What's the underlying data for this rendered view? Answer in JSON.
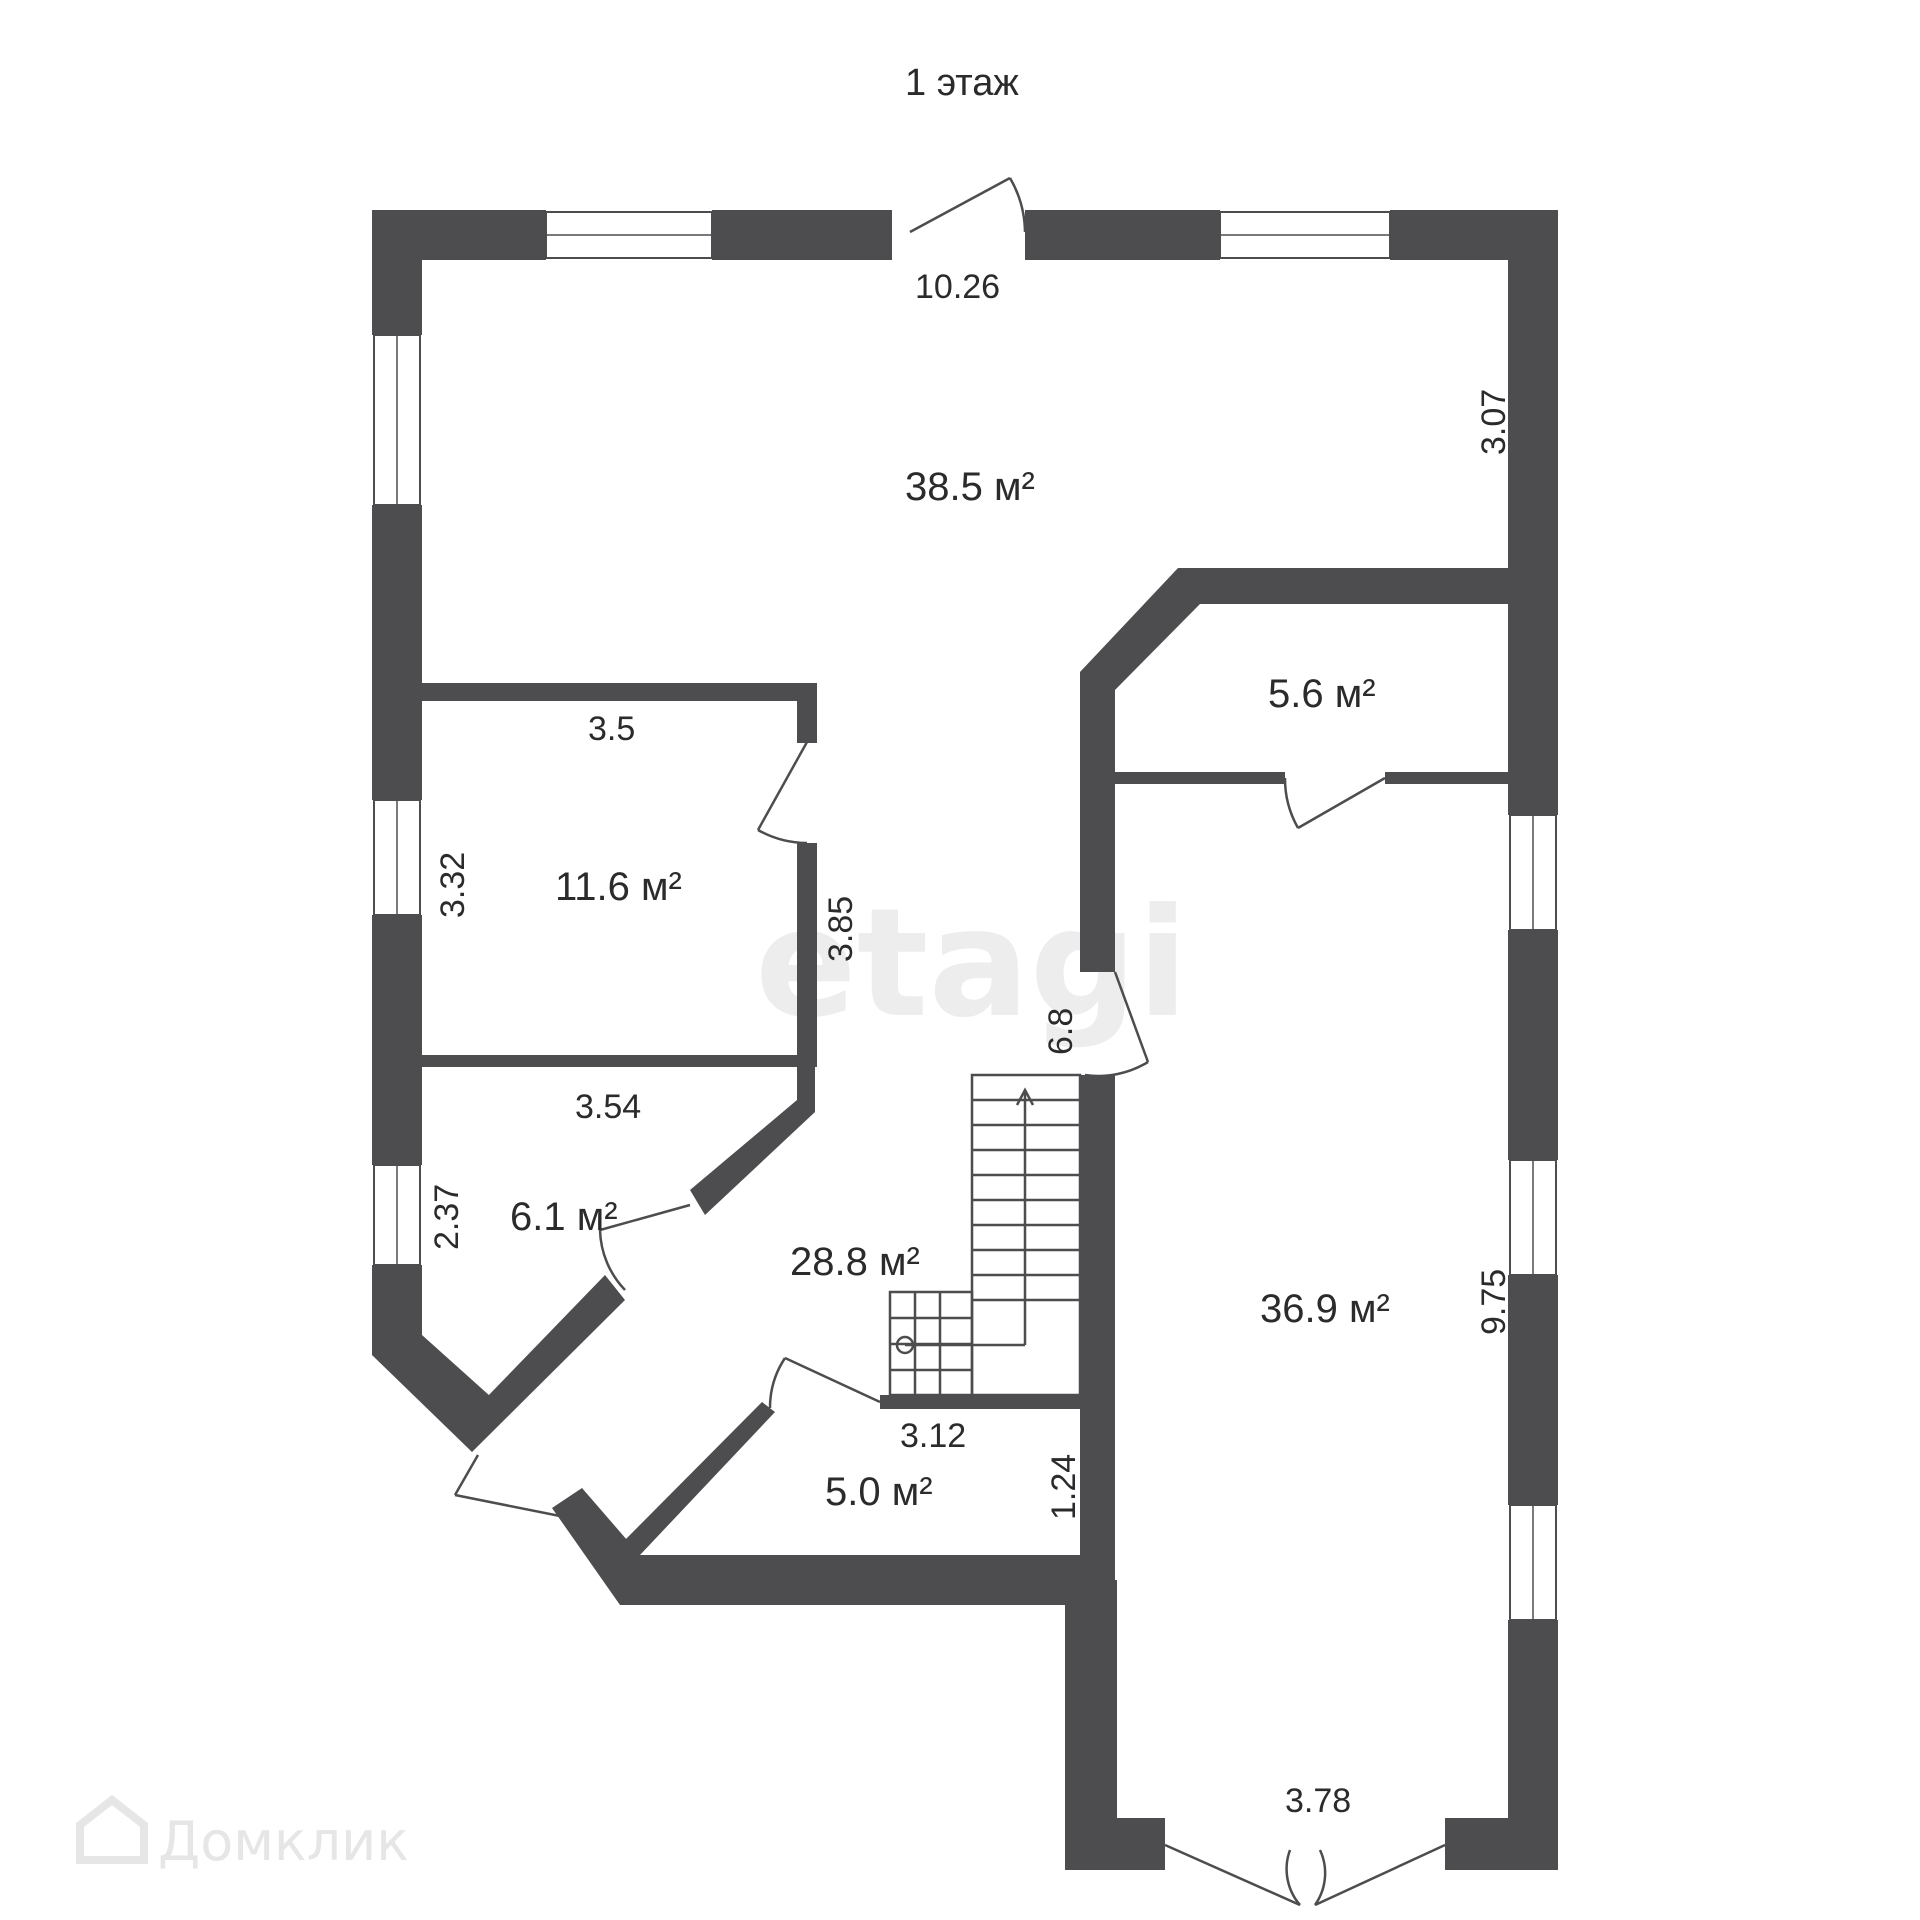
{
  "title": "1 этаж",
  "watermark": "etagi",
  "brand": "Домклик",
  "rooms": [
    {
      "id": "living",
      "area": "38.5 м²"
    },
    {
      "id": "bedroom",
      "area": "11.6 м²"
    },
    {
      "id": "small-room",
      "area": "6.1 м²"
    },
    {
      "id": "hall",
      "area": "28.8 м²"
    },
    {
      "id": "bath",
      "area": "5.0 м²"
    },
    {
      "id": "storage",
      "area": "5.6 м²"
    },
    {
      "id": "garage",
      "area": "36.9 м²"
    }
  ],
  "dimensions": [
    "10.26",
    "3.07",
    "3.5",
    "3.32",
    "3.85",
    "6.8",
    "3.54",
    "2.37",
    "3.12",
    "1.24",
    "9.75",
    "3.78"
  ]
}
